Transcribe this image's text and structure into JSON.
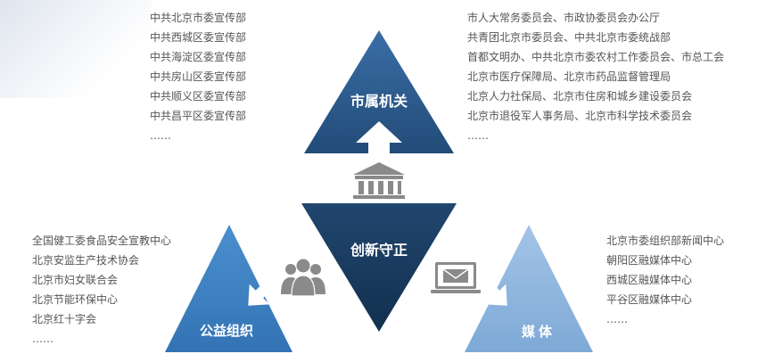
{
  "center": {
    "label": "创新守正"
  },
  "top": {
    "label": "市属机关",
    "list": [
      "中共北京市委宣传部",
      "中共西城区委宣传部",
      "中共海淀区委宣传部",
      "中共房山区委宣传部",
      "中共顺义区委宣传部",
      "中共昌平区委宣传部",
      "……"
    ],
    "right_list": [
      "市人大常务委员会、市政协委员会办公厅",
      "共青团北京市委员会、中共北京市委统战部",
      "首都文明办、中共北京市委农村工作委员会、市总工会",
      "北京市医疗保障局、北京市药品监督管理局",
      "北京人力社保局、北京市住房和城乡建设委员会",
      "北京市退役军人事务局、北京市科学技术委员会",
      "……"
    ]
  },
  "left": {
    "label": "公益组织",
    "list": [
      "全国健工委食品安全宣教中心",
      "北京安监生产技术协会",
      "北京市妇女联合会",
      "北京节能环保中心",
      "北京红十字会",
      "……"
    ]
  },
  "right": {
    "label": "媒体",
    "list": [
      "北京市委组织部新闻中心",
      "朝阳区融媒体中心",
      "西城区融媒体中心",
      "平谷区融媒体中心",
      "……"
    ]
  },
  "icons": {
    "top": "government-building-icon",
    "left": "group-people-icon",
    "right": "laptop-mail-icon"
  },
  "colors": {
    "top_triangle": "#2b5b8e",
    "center_triangle": "#1a3a5c",
    "left_triangle": "#3d80c0",
    "right_triangle": "#8fb6dd",
    "icon_gray": "#8a8a8a"
  }
}
